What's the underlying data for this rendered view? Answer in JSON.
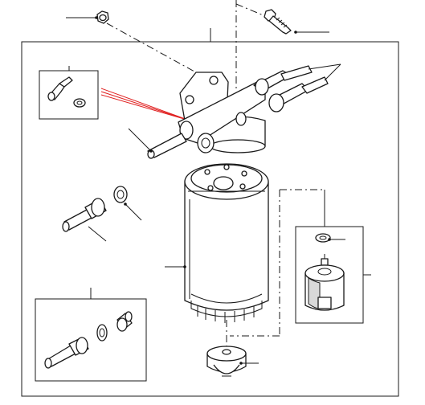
{
  "title": "",
  "colors": {
    "line": "#1a1a1a",
    "highlight": "#e02020",
    "background": "#ffffff"
  },
  "parts": [
    {
      "name": "nut"
    },
    {
      "name": "bolt"
    },
    {
      "name": "fuel-filter-head"
    },
    {
      "name": "fuel-filter-element"
    },
    {
      "name": "connector-and-washer-inset"
    },
    {
      "name": "connector-and-washer-inset-lower"
    },
    {
      "name": "union-connector"
    },
    {
      "name": "sealing-washer"
    },
    {
      "name": "water-sensor-inset"
    },
    {
      "name": "drain-plug"
    }
  ]
}
